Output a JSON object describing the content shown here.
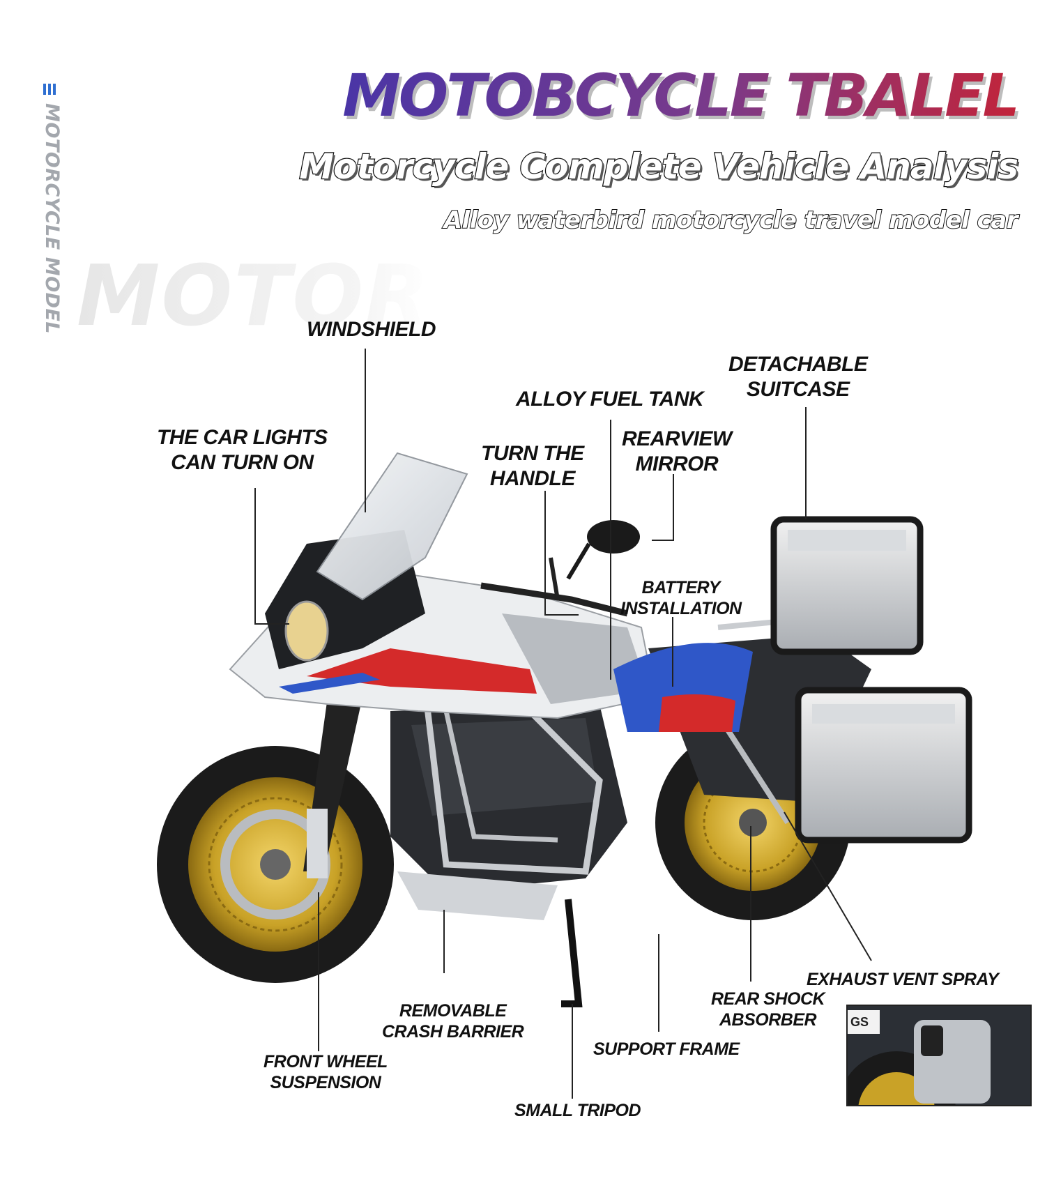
{
  "side": {
    "label": "MOTORCYCLE MODEL"
  },
  "header": {
    "title": "MOTOBCYCLE TBALEL",
    "subtitle": "Motorcycle Complete Vehicle Analysis",
    "tagline": "Alloy waterbird motorcycle travel model car"
  },
  "watermark": "MOTOR",
  "callouts": {
    "windshield": "WINDSHIELD",
    "fuel_tank": "ALLOY FUEL TANK",
    "suitcase": "DETACHABLE\nSUITCASE",
    "lights": "THE CAR LIGHTS\nCAN TURN ON",
    "handle": "TURN THE\nHANDLE",
    "mirror": "REARVIEW\nMIRROR",
    "battery": "BATTERY\nINSTALLATION",
    "exhaust": "EXHAUST VENT SPRAY",
    "rear_shock": "REAR SHOCK\nABSORBER",
    "crash_barrier": "REMOVABLE\nCRASH BARRIER",
    "support_frame": "SUPPORT FRAME",
    "front_suspension": "FRONT WHEEL\nSUSPENSION",
    "tripod": "SMALL TRIPOD"
  },
  "inset": {
    "plate_text": "GS"
  },
  "colors": {
    "accent_blue": "#2f6fd1",
    "title_start": "#4a35a6",
    "title_end": "#c2243a",
    "tank_red": "#d42a2a",
    "seat_blue": "#2f57c8",
    "gold": "#c9a227"
  }
}
